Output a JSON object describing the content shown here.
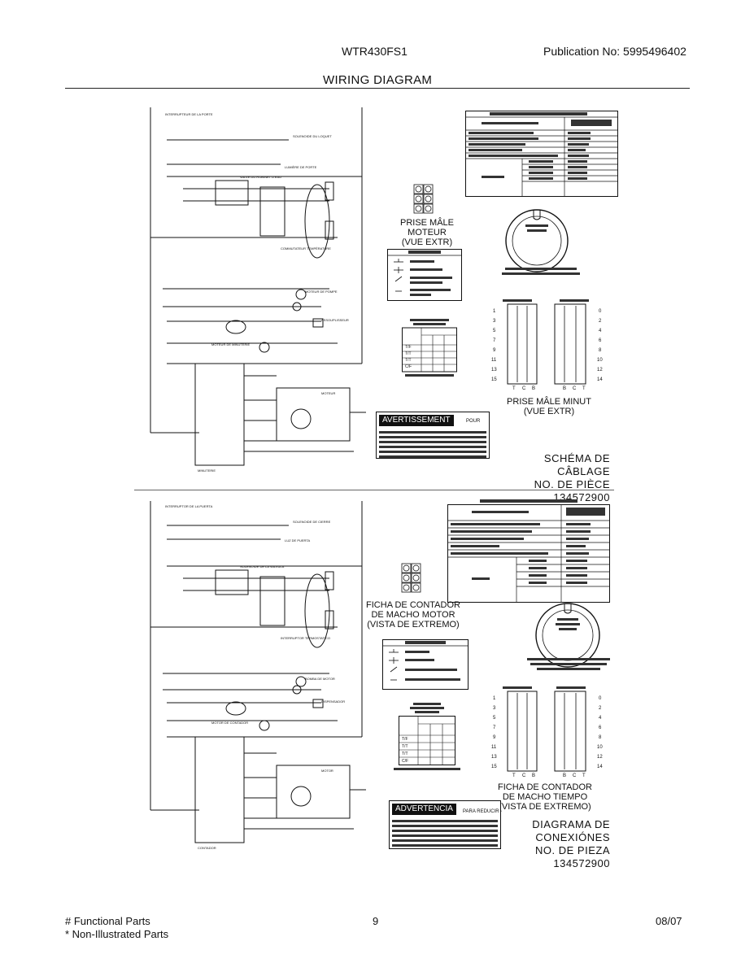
{
  "header": {
    "model": "WTR430FS1",
    "publication": "Publication No:  5995496402",
    "title": "WIRING DIAGRAM"
  },
  "top_diagram": {
    "motor_plug": "PRISE MÂLE MOTEUR\n(VUE EXTR)",
    "timer_plug": "PRISE MÂLE MINUT\n(VUE EXTR)",
    "warning_heading": "AVERTISSEMENT",
    "warning_note": "POUR",
    "schema_label": "SCHÉMA DE CÂBLAGE\nNO. DE PIÈCE  134572900"
  },
  "bottom_diagram": {
    "motor_plug": "FICHA DE CONTADOR\nDE MACHO MOTOR\n(VISTA DE EXTREMO)",
    "timer_plug": "FICHA DE CONTADOR\nDE MACHO TIEMPO\n(VISTA DE EXTREMO)",
    "warning_heading": "ADVERTENCIA",
    "warning_note": "PARA REDUCIR",
    "schema_label": "DIAGRAMA DE\nCONEXIÓNES\nNO. DE PIEZA\n134572900"
  },
  "footer": {
    "functional": "# Functional Parts",
    "non_illustrated": "* Non-Illustrated Parts",
    "page": "9",
    "date": "08/07"
  }
}
